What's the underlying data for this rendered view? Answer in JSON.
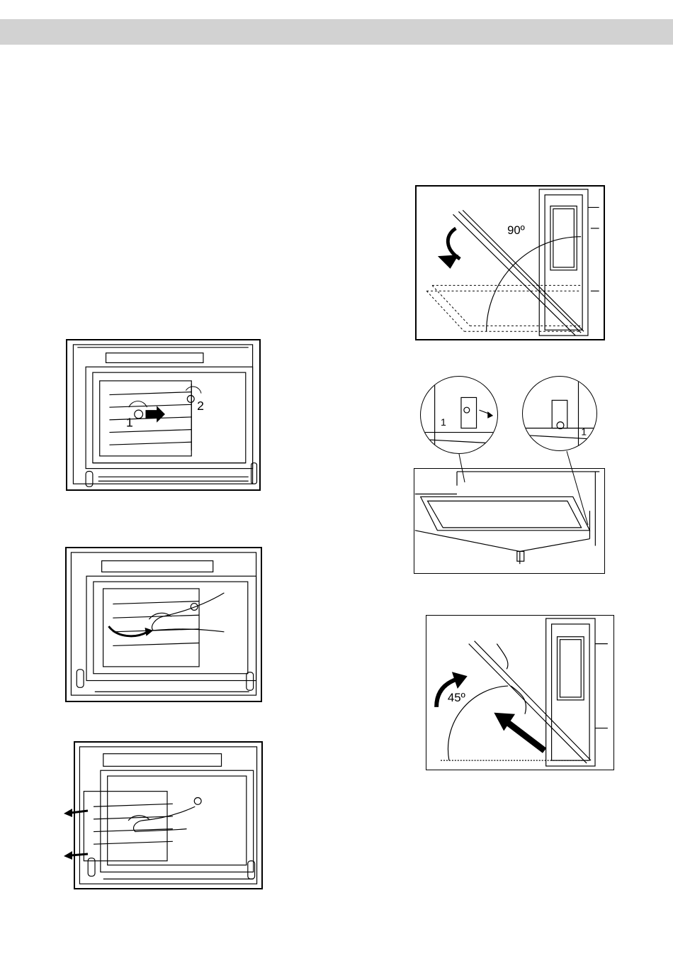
{
  "header": {
    "bar_color": "#d2d2d2"
  },
  "figures": {
    "unscrew_rack": {
      "label_step1": "1",
      "label_step2": "2"
    },
    "remove_rack": {},
    "pull_rack": {},
    "door_open": {
      "angle_label": "90º"
    },
    "hinge_detail": {
      "label_left": "1",
      "label_right": "1"
    },
    "door_close": {
      "angle_label": "45º"
    }
  }
}
